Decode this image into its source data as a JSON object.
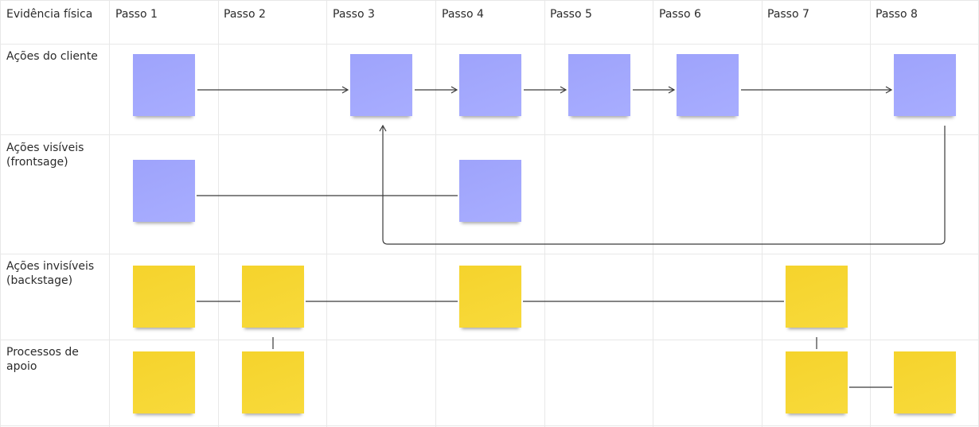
{
  "board": {
    "corner_label": "Evidência física",
    "steps": [
      "Passo 1",
      "Passo 2",
      "Passo 3",
      "Passo 4",
      "Passo 5",
      "Passo 6",
      "Passo 7",
      "Passo 8"
    ],
    "rows": [
      "Ações do cliente",
      "Ações visíveis\n(frontsage)",
      "Ações invisíveis\n(backstage)",
      "Processos de\napoio"
    ]
  },
  "notes": [
    {
      "row": 0,
      "step": 1,
      "color": "blue"
    },
    {
      "row": 0,
      "step": 3,
      "color": "blue"
    },
    {
      "row": 0,
      "step": 4,
      "color": "blue"
    },
    {
      "row": 0,
      "step": 5,
      "color": "blue"
    },
    {
      "row": 0,
      "step": 6,
      "color": "blue"
    },
    {
      "row": 0,
      "step": 8,
      "color": "blue"
    },
    {
      "row": 1,
      "step": 1,
      "color": "blue"
    },
    {
      "row": 1,
      "step": 4,
      "color": "blue"
    },
    {
      "row": 2,
      "step": 1,
      "color": "yellow"
    },
    {
      "row": 2,
      "step": 2,
      "color": "yellow"
    },
    {
      "row": 2,
      "step": 4,
      "color": "yellow"
    },
    {
      "row": 2,
      "step": 7,
      "color": "yellow"
    },
    {
      "row": 3,
      "step": 1,
      "color": "yellow"
    },
    {
      "row": 3,
      "step": 2,
      "color": "yellow"
    },
    {
      "row": 3,
      "step": 7,
      "color": "yellow"
    },
    {
      "row": 3,
      "step": 8,
      "color": "yellow"
    }
  ],
  "connectors": [
    {
      "from": {
        "row": 0,
        "step": 1
      },
      "to": {
        "row": 0,
        "step": 3
      },
      "arrow": true
    },
    {
      "from": {
        "row": 0,
        "step": 3
      },
      "to": {
        "row": 0,
        "step": 4
      },
      "arrow": true
    },
    {
      "from": {
        "row": 0,
        "step": 4
      },
      "to": {
        "row": 0,
        "step": 5
      },
      "arrow": true
    },
    {
      "from": {
        "row": 0,
        "step": 5
      },
      "to": {
        "row": 0,
        "step": 6
      },
      "arrow": true
    },
    {
      "from": {
        "row": 0,
        "step": 6
      },
      "to": {
        "row": 0,
        "step": 8
      },
      "arrow": true
    },
    {
      "from": {
        "row": 0,
        "step": 8
      },
      "to": {
        "row": 0,
        "step": 3
      },
      "arrow": true,
      "route": "loop-below"
    },
    {
      "from": {
        "row": 1,
        "step": 1
      },
      "to": {
        "row": 1,
        "step": 4
      },
      "arrow": false
    },
    {
      "from": {
        "row": 2,
        "step": 1
      },
      "to": {
        "row": 2,
        "step": 2
      },
      "arrow": false
    },
    {
      "from": {
        "row": 2,
        "step": 2
      },
      "to": {
        "row": 2,
        "step": 4
      },
      "arrow": false
    },
    {
      "from": {
        "row": 2,
        "step": 4
      },
      "to": {
        "row": 2,
        "step": 7
      },
      "arrow": false
    },
    {
      "from": {
        "row": 2,
        "step": 2
      },
      "to": {
        "row": 3,
        "step": 2
      },
      "arrow": false
    },
    {
      "from": {
        "row": 2,
        "step": 7
      },
      "to": {
        "row": 3,
        "step": 7
      },
      "arrow": false
    },
    {
      "from": {
        "row": 3,
        "step": 7
      },
      "to": {
        "row": 3,
        "step": 8
      },
      "arrow": false
    }
  ],
  "colors": {
    "blue_note": "#a3a8fd",
    "yellow_note": "#f6d634",
    "grid": "#e8e8e8",
    "connector": "#3a3a3a"
  }
}
